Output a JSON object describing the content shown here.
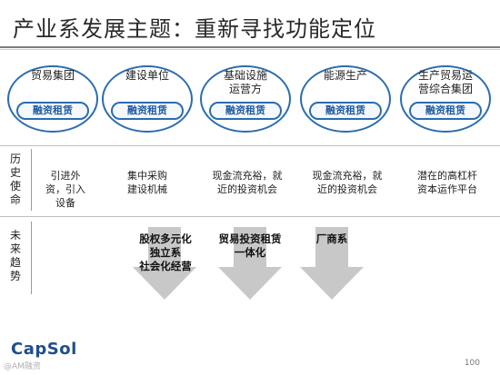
{
  "title": "产业系发展主题：重新寻找功能定位",
  "circles": [
    {
      "label": "贸易集团",
      "badge": "融资租赁"
    },
    {
      "label": "建设单位",
      "badge": "融资租赁"
    },
    {
      "label": "基础设施\n运营方",
      "badge": "融资租赁"
    },
    {
      "label": "能源生产",
      "badge": "融资租赁"
    },
    {
      "label": "生产贸易运\n营综合集团",
      "badge": "融资租赁"
    }
  ],
  "rows": {
    "history_label": "历\n史\n使\n命",
    "future_label": "未\n来\n趋\n势"
  },
  "history": [
    "引进外\n资，引入\n设备",
    "集中采购\n建设机械",
    "现金流充裕，就\n近的投资机会",
    "现金流充裕，就\n近的投资机会",
    "潜在的高杠杆\n资本运作平台"
  ],
  "trends": [
    "股权多元化\n独立系\n社会化经营",
    "贸易投资租赁\n一体化",
    "厂商系"
  ],
  "colors": {
    "accent": "#2b6cb0",
    "arrow": "#c8c8c8"
  },
  "footer": {
    "logo": "CapSol",
    "page": "100",
    "watermark": "@AM融资"
  }
}
